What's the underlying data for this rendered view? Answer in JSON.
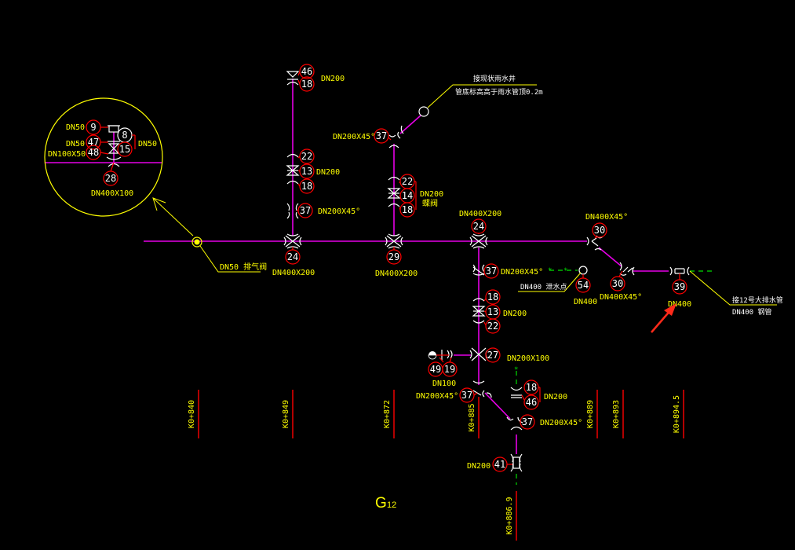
{
  "colors": {
    "background": "#000000",
    "pipe": "#e600e6",
    "bubble": "#ff0000",
    "label": "#ffff00",
    "fitting": "#ffffff",
    "leader": "#ffff00",
    "dashed": "#00dd00",
    "station_line": "#ff0000",
    "arrow": "#ff2a1a"
  },
  "drawing_title": {
    "main": "G",
    "sub": "12"
  },
  "detail_callout": {
    "items": [
      {
        "bubble": "9",
        "label": "DN50"
      },
      {
        "bubble": "47",
        "label": "DN50"
      },
      {
        "bubble": "48",
        "label": "DN100X50"
      },
      {
        "bubble": "8",
        "label": ""
      },
      {
        "bubble": "15",
        "label": "DN50"
      },
      {
        "bubble": "28",
        "label": "DN400X100"
      }
    ]
  },
  "air_valve": {
    "label": "DN50 排气阀"
  },
  "main_pipe_nodes": [
    {
      "bubble": "24",
      "label": "DN400X200"
    },
    {
      "bubble": "29",
      "label": "DN400X200"
    },
    {
      "bubble": "24",
      "label": "DN400X200"
    },
    {
      "bubble": "30",
      "label": "DN400X45°"
    },
    {
      "bubble": "30",
      "label": "DN400X45°"
    },
    {
      "bubble": "39",
      "label": "DN400"
    }
  ],
  "branch_1": {
    "top": [
      {
        "bubble": "46"
      },
      {
        "bubble": "18"
      }
    ],
    "top_label": "DN200",
    "valve_group": [
      {
        "bubble": "22"
      },
      {
        "bubble": "13"
      },
      {
        "bubble": "18"
      }
    ],
    "valve_label": "DN200",
    "elbow": {
      "bubble": "37",
      "label": "DN200X45°"
    }
  },
  "branch_2": {
    "elbow": {
      "bubble": "37",
      "label": "DN200X45°"
    },
    "valve_group": [
      {
        "bubble": "22"
      },
      {
        "bubble": "14"
      },
      {
        "bubble": "18"
      }
    ],
    "valve_label": "DN200",
    "valve_sub": "蝶阀",
    "well_note_1": "接现状雨水井",
    "well_note_2": "管底标高高于雨水管顶0.2m"
  },
  "branch_3": {
    "elbow": {
      "bubble": "37",
      "label": "DN200X45°"
    },
    "valve_group": [
      {
        "bubble": "18"
      },
      {
        "bubble": "13"
      },
      {
        "bubble": "22"
      }
    ],
    "valve_label": "DN200",
    "tee": {
      "bubble": "27",
      "label": "DN200X100"
    },
    "hydrant": [
      {
        "bubble": "49"
      },
      {
        "bubble": "19"
      }
    ],
    "hydrant_label": "DN100",
    "elbow_low": {
      "bubble": "37",
      "label": "DN200X45°"
    },
    "cap": [
      {
        "bubble": "18"
      },
      {
        "bubble": "46"
      }
    ],
    "cap_label": "DN200",
    "elbow_diag": {
      "bubble": "37",
      "label": "DN200X45°"
    },
    "end": {
      "bubble": "41",
      "label": "DN200"
    }
  },
  "plug_point": {
    "bubble": "54",
    "label": "DN400",
    "note": "DN400 泄水点"
  },
  "connection_note": {
    "line1": "接12号大排水管",
    "line2": "DN400 钢管"
  },
  "stations": [
    "K0+840",
    "K0+849",
    "K0+872",
    "K0+885",
    "K0+889",
    "K0+893",
    "K0+894.5",
    "K0+886.9"
  ]
}
